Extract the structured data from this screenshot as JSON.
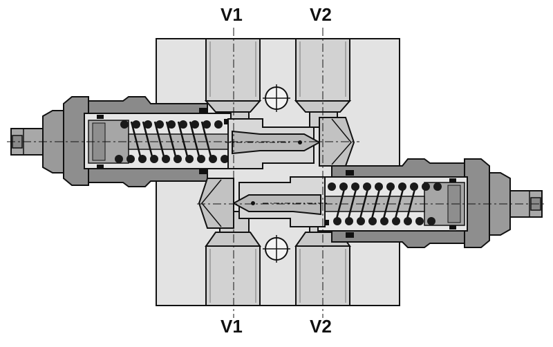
{
  "labels": {
    "v1_top": "V1",
    "v2_top": "V2",
    "v1_bottom": "V1",
    "v2_bottom": "V2"
  },
  "colors": {
    "body": "#e3e3e3",
    "metal": "#8a8a8a",
    "metal_light": "#b8b8b8",
    "metal_mid": "#9e9e9e",
    "outline": "#111111",
    "spring": "#1a1a1a",
    "background": "#ffffff"
  }
}
